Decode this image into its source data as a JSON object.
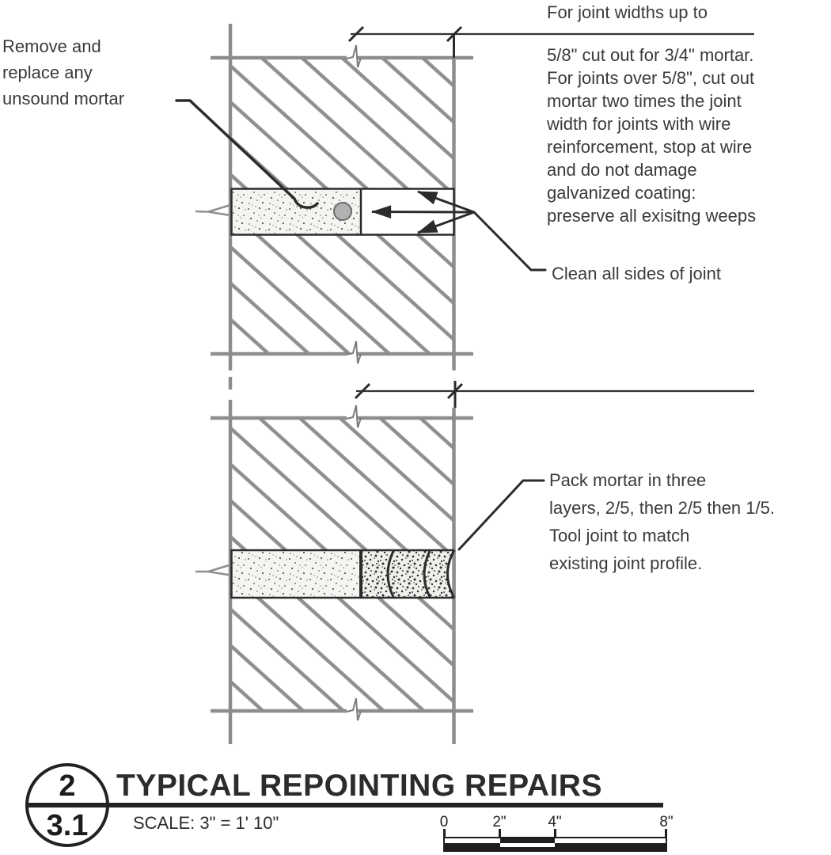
{
  "annotations": {
    "remove_mortar": {
      "lines": [
        "Remove and",
        "replace any",
        "unsound mortar"
      ]
    },
    "joint_width_heading": "For joint widths up to",
    "joint_width_body": {
      "lines": [
        "5/8\" cut out for 3/4\" mortar.",
        "For joints over 5/8\", cut out",
        "mortar two times the joint",
        "width for joints with wire",
        "reinforcement, stop at wire",
        "and do not damage",
        "galvanized coating:",
        "preserve all exisitng weeps"
      ]
    },
    "clean_joint": "Clean all sides of joint",
    "pack_mortar": {
      "lines": [
        "Pack mortar in three",
        "layers, 2/5, then 2/5 then 1/5.",
        "Tool joint to match",
        "existing joint profile."
      ]
    }
  },
  "title_block": {
    "detail_number": "2",
    "sheet_number": "3.1",
    "title": "TYPICAL REPOINTING REPAIRS",
    "scale_label": "SCALE: 3\" = 1' 10\""
  },
  "scale_bar": {
    "labels": [
      "0",
      "2\"",
      "4\"",
      "8\""
    ]
  },
  "colors": {
    "linework": "#2b2b2b",
    "masonry_gray": "#8d8d8d",
    "text": "#3a3a3a",
    "mortar_stipple_bg": "#f4f4f1"
  }
}
